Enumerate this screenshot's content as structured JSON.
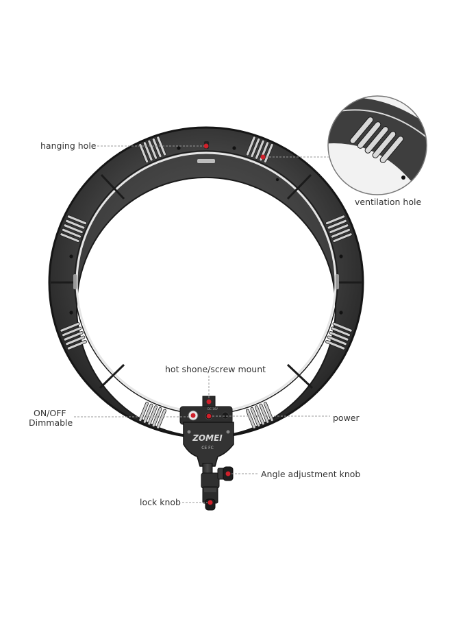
{
  "product": {
    "brand": "ZOMEI",
    "cert_marks": "CE FC"
  },
  "labels": {
    "hanging_hole": "hanging hole",
    "ventilation_hole": "ventilation hole",
    "hot_shoe_mount": "hot shone/screw mount",
    "on_off": "ON/OFF",
    "dimmable": "Dimmable",
    "power": "power",
    "angle_knob": "Angle adjustment knob",
    "lock_knob": "lock knob"
  },
  "colors": {
    "ring_body": "#3d3d3d",
    "ring_edge": "#1e1e1e",
    "inner_rim": "#e8e8e8",
    "accent_marker": "#d0202a",
    "leader_line": "#9a9a9a",
    "label_text": "#333333"
  }
}
